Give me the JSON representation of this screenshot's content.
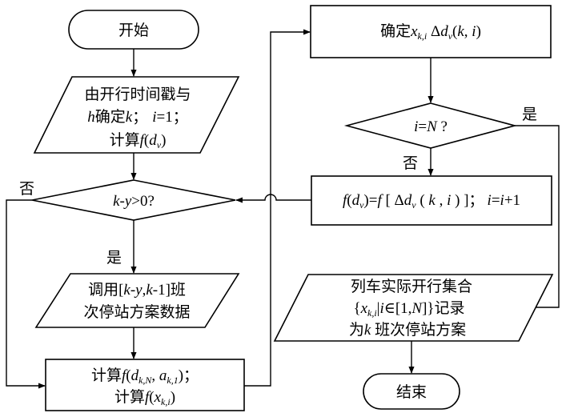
{
  "nodes": {
    "start": {
      "text": "开始"
    },
    "init": {
      "line1": "由开行时间戳与",
      "line2_h": "h",
      "line2_mid": "确定",
      "line2_k": "k",
      "line2_sep": "；",
      "line2_i": "i",
      "line2_eq": "=1；",
      "line3_calc": "计算",
      "line3_f": "f",
      "line3_open": "(",
      "line3_d": "d",
      "line3_sub": "v",
      "line3_close": ")"
    },
    "decision_ky": {
      "k": "k",
      "minus": "-",
      "y": "y",
      "rest": ">0?"
    },
    "call_data": {
      "line1_pre": "调用[",
      "line1_k": "k",
      "line1_minus": "-",
      "line1_y": "y",
      "line1_comma": ",",
      "line1_k2": "k",
      "line1_post": "-1]班",
      "line2": "次停站方案数据"
    },
    "calc_box": {
      "line1_calc": "计算",
      "line1_f": "f",
      "line1_open": "(",
      "line1_d": "d",
      "line1_dsub": "k,N",
      "line1_comma": ", ",
      "line1_a": "a",
      "line1_asub": "k,1",
      "line1_close": ")；",
      "line2_calc": "计算",
      "line2_f": "f",
      "line2_open": "(",
      "line2_x": "x",
      "line2_xsub": "k,i",
      "line2_close": ")"
    },
    "determine": {
      "pre": "确定",
      "x": "x",
      "xsub": "k,i",
      "delta": " Δ",
      "d": "d",
      "dsub": "v",
      "open": "(",
      "k": "k",
      "comma": ", ",
      "i": "i",
      "close": ")"
    },
    "decision_iN": {
      "i": "i",
      "eq": "=",
      "N": "N",
      "q": " ?"
    },
    "update": {
      "f": "f",
      "open1": "(",
      "d": "d",
      "dsub": "v",
      "close1": ")",
      "eq": "=",
      "f2": "f",
      "bracket_open": " [ Δ",
      "d2": "d",
      "dsub2": "v",
      "p_open": " ( ",
      "k": "k",
      "comma": " , ",
      "i": "i",
      "p_close": " ) ]；",
      "i2": "i",
      "eq2": "=",
      "i3": "i",
      "plus": "+1"
    },
    "record": {
      "line1": "列车实际开行集合",
      "line2_open": "{",
      "line2_x": "x",
      "line2_xsub": "k,i",
      "line2_bar": "|",
      "line2_i": "i",
      "line2_in": "∈[1,",
      "line2_N": "N",
      "line2_close": "]}记录",
      "line3_pre": "为",
      "line3_k": "k",
      "line3_post": " 班次停站方案"
    },
    "end": {
      "text": "结束"
    }
  },
  "edge_labels": {
    "ky_yes": "是",
    "ky_no": "否",
    "iN_yes": "是",
    "iN_no": "否"
  }
}
